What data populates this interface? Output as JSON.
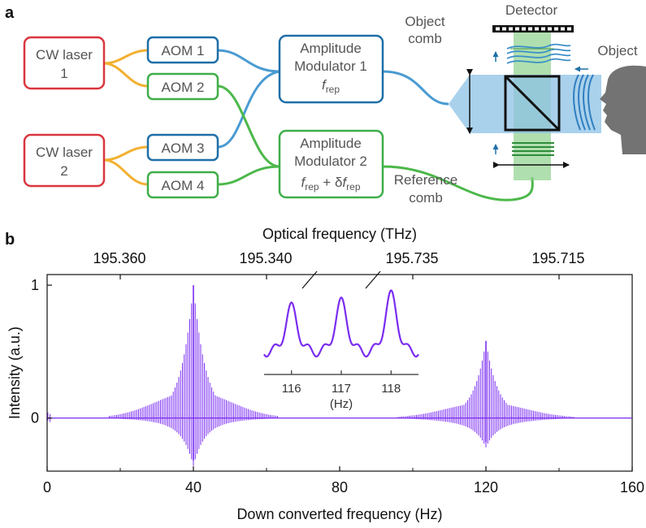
{
  "panel_a": {
    "label": "a",
    "boxes": {
      "laser1_line1": "CW laser",
      "laser1_line2": "1",
      "laser2_line1": "CW laser",
      "laser2_line2": "2",
      "aom1": "AOM 1",
      "aom2": "AOM 2",
      "aom3": "AOM 3",
      "aom4": "AOM 4",
      "mod1_line1": "Amplitude",
      "mod1_line2": "Modulator 1",
      "mod1_f": "f",
      "mod1_sub": "rep",
      "mod2_line1": "Amplitude",
      "mod2_line2": "Modulator 2",
      "mod2_f": "f",
      "mod2_sub": "rep",
      "mod2_plus": " + δ",
      "mod2_f2": "f",
      "mod2_sub2": "rep"
    },
    "labels": {
      "object_comb_1": "Object",
      "object_comb_2": "comb",
      "reference_comb_1": "Reference",
      "reference_comb_2": "comb",
      "detector": "Detector",
      "object": "Object"
    },
    "colors": {
      "laser": "#d9363e",
      "aom_top": "#1f6fa8",
      "aom_bottom": "#3fae49",
      "fiber_yellow": "#f2b132",
      "fiber_blue": "#4a9bd2",
      "fiber_green": "#4cb84a",
      "object_gray": "#737373"
    }
  },
  "panel_b": {
    "label": "b",
    "top_axis_title": "Optical frequency (THz)",
    "top_ticks": [
      "195.360",
      "195.340",
      "195.735",
      "195.715"
    ],
    "inset_xlabel": "(Hz)"
  },
  "chart_data": {
    "type": "line",
    "xlabel": "Down converted frequency (Hz)",
    "ylabel": "Intensity (a.u.)",
    "xlim": [
      0,
      160
    ],
    "ylim": [
      -0.4,
      1.08
    ],
    "xticks": [
      0,
      40,
      80,
      120,
      160
    ],
    "yticks": [
      0,
      1
    ],
    "series": [
      {
        "color": "#7a2cf0",
        "peaks": [
          {
            "center": 40,
            "amplitude": 1.0,
            "negative_amplitude": 0.32,
            "halfwidth": 23
          },
          {
            "center": 120,
            "amplitude": 0.58,
            "negative_amplitude": 0.18,
            "halfwidth": 24
          }
        ]
      }
    ],
    "inset": {
      "xlim": [
        115.45,
        118.55
      ],
      "xticks": [
        116,
        117,
        118
      ],
      "peaks_at": [
        116,
        117,
        118
      ],
      "xlabel": "(Hz)"
    }
  }
}
